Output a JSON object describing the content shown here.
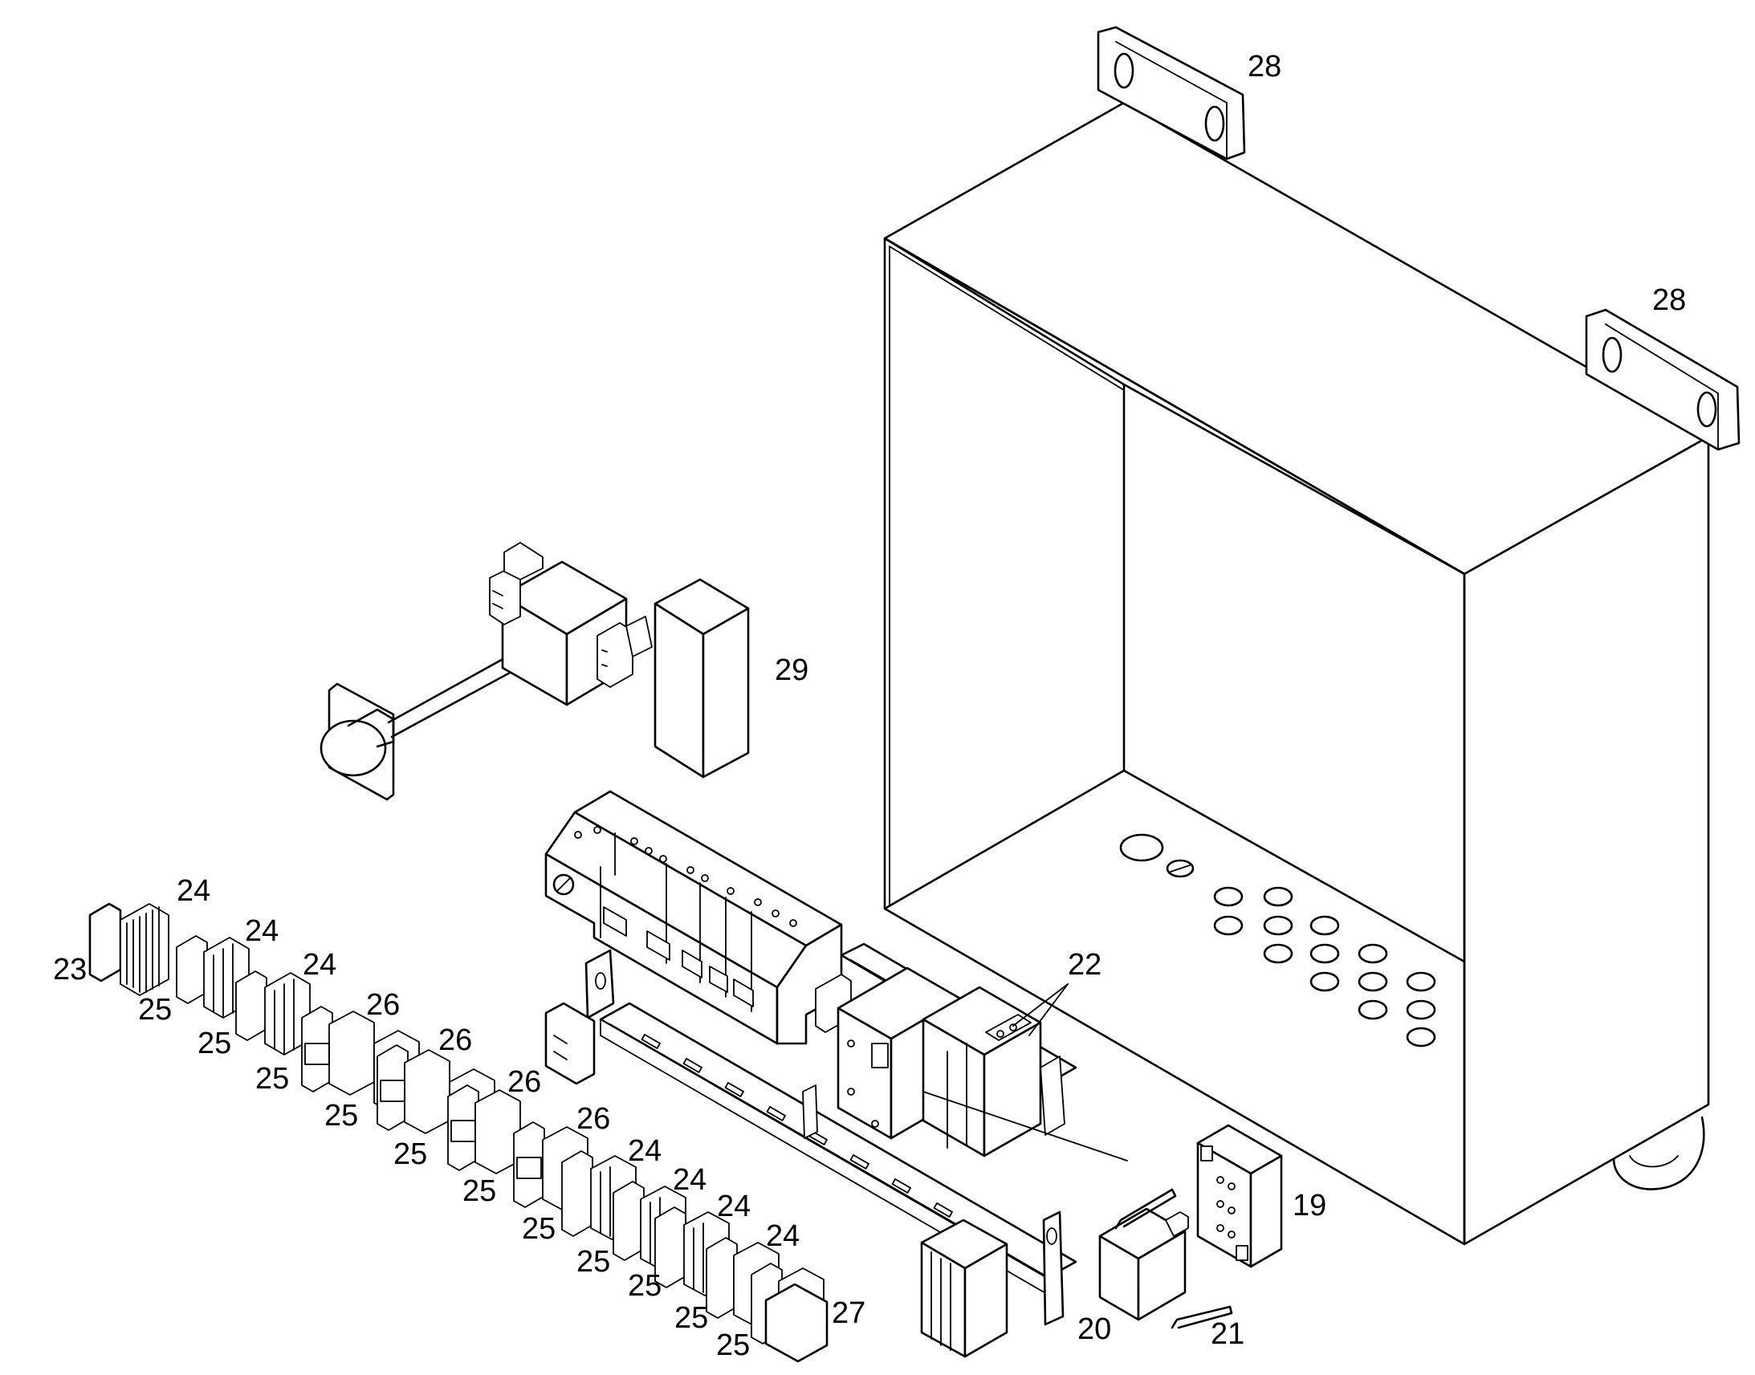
{
  "callouts": [
    "19",
    "20",
    "21",
    "22",
    "23",
    "24",
    "25",
    "26",
    "27",
    "28",
    "29"
  ]
}
